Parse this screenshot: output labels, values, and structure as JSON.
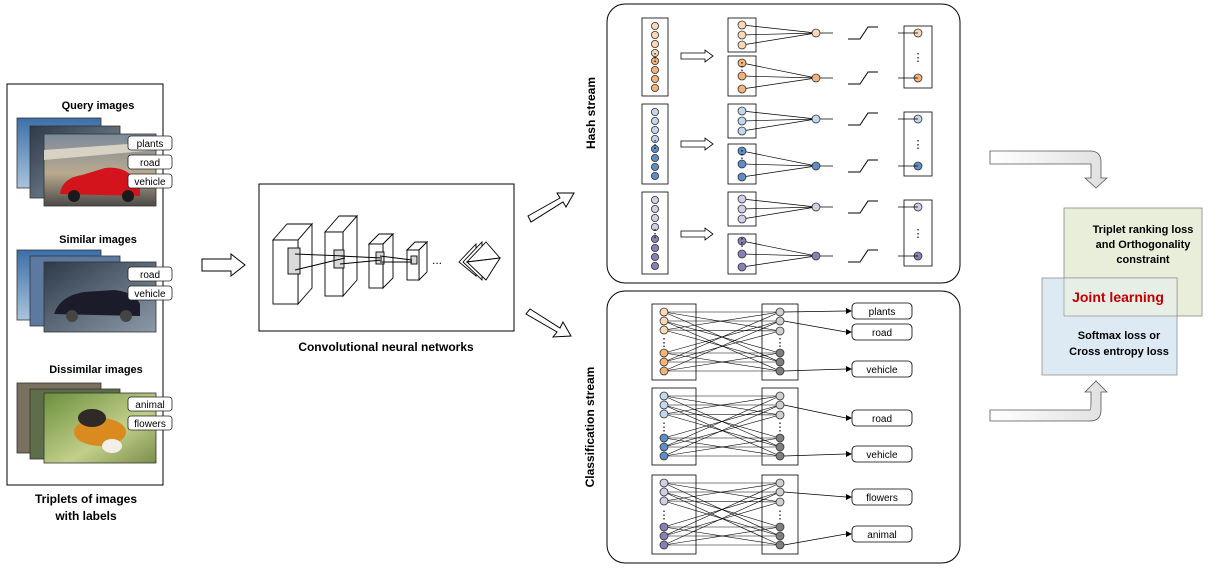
{
  "left_panel": {
    "query_title": "Query images",
    "query_labels": [
      "plants",
      "road",
      "vehicle"
    ],
    "similar_title": "Similar images",
    "similar_labels": [
      "road",
      "vehicle"
    ],
    "dissimilar_title": "Dissimilar images",
    "dissimilar_labels": [
      "animal",
      "flowers"
    ],
    "caption_line1": "Triplets of images",
    "caption_line2": "with labels"
  },
  "cnn": {
    "caption": "Convolutional neural networks",
    "ellipsis": "..."
  },
  "hash_stream": {
    "title": "Hash stream"
  },
  "classification_stream": {
    "title": "Classification stream",
    "group1_labels": [
      "plants",
      "road",
      "vehicle"
    ],
    "group2_labels": [
      "road",
      "vehicle"
    ],
    "group3_labels": [
      "flowers",
      "animal"
    ]
  },
  "loss": {
    "triplet_line1": "Triplet ranking loss",
    "triplet_line2": "and Orthogonality",
    "triplet_line3": "constraint",
    "joint": "Joint learning",
    "softmax_line1": "Softmax loss or",
    "softmax_line2": "Cross entropy loss"
  },
  "colors": {
    "orange": "#f3b37b",
    "orange_light": "#fbd9b8",
    "blue": "#5d8ec6",
    "blue_light": "#c3d8ee",
    "purple": "#8a80b4",
    "purple_light": "#d3cde6",
    "gray_dark": "#7f7f7f",
    "gray_light": "#cfcfcf",
    "joint_red": "#c00000",
    "triplet_box": "#e9eedb",
    "softmax_box": "#dbe8f3"
  },
  "ellipsis_glyph": "⋮"
}
